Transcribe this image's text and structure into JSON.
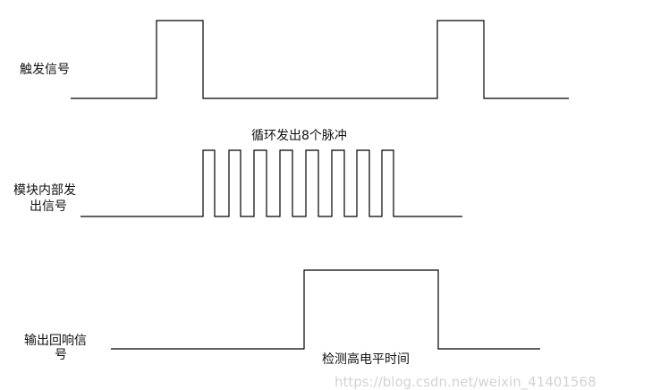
{
  "diagram": {
    "labels": {
      "trigger_signal": "触发信号",
      "internal_signal_line1": "模块内部发",
      "internal_signal_line2": "出信号",
      "echo_signal_line1": "输出回响信",
      "echo_signal_line2": "号",
      "burst_caption": "循环发出8个脉冲",
      "high_time_caption": "检测高电平时间"
    },
    "pulse_count": 8,
    "watermark": "https://blog.csdn.net/weixin_41401568",
    "line_color": "#000000"
  }
}
